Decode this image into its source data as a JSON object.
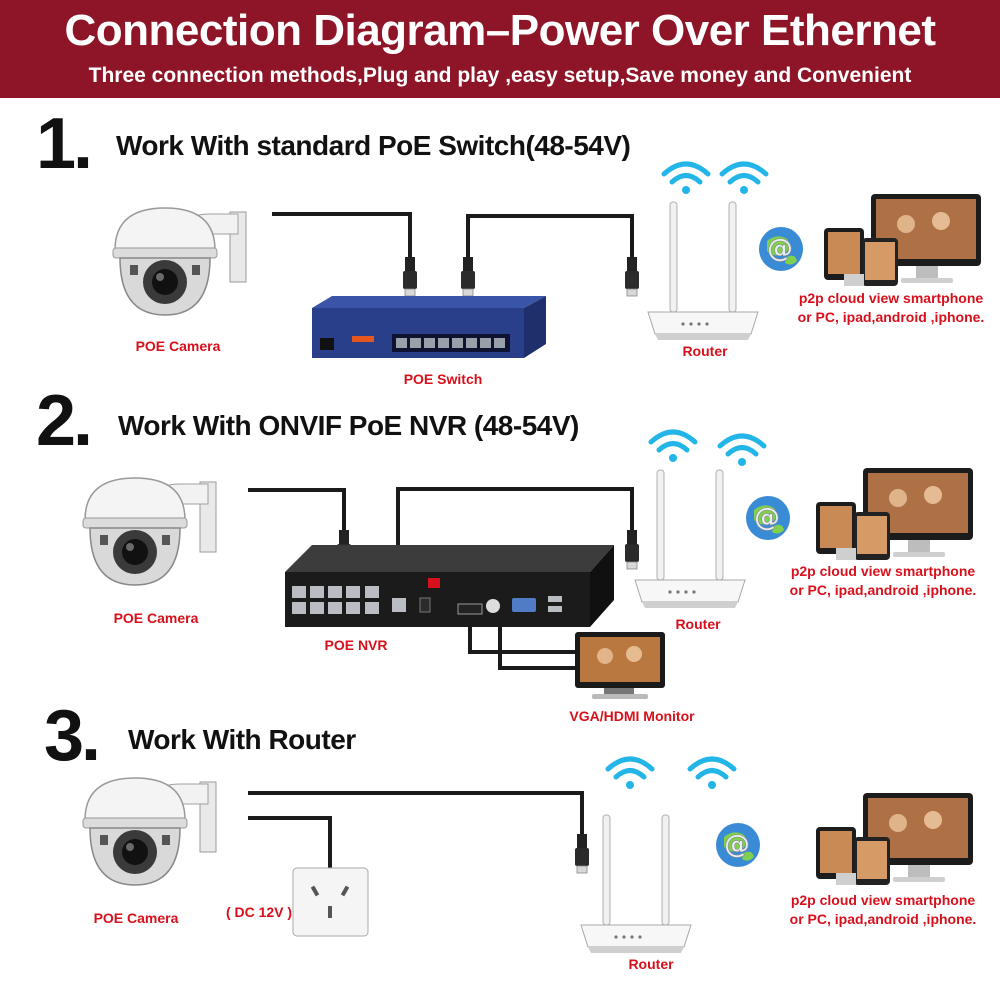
{
  "banner": {
    "title": "Connection Diagram–Power Over Ethernet",
    "subtitle": "Three connection methods,Plug and play ,easy setup,Save money and Convenient"
  },
  "sections": [
    {
      "number": "1.",
      "heading": "Work With standard PoE Switch(48-54V)",
      "camera_label": "POE Camera",
      "hub_label": "POE Switch",
      "router_label": "Router",
      "devices_line1": "p2p cloud view smartphone",
      "devices_line2": "or PC, ipad,android ,iphone."
    },
    {
      "number": "2.",
      "heading": "Work With ONVIF PoE NVR (48-54V)",
      "camera_label": "POE Camera",
      "hub_label": "POE NVR",
      "monitor_label": "VGA/HDMI Monitor",
      "router_label": "Router",
      "devices_line1": "p2p cloud view smartphone",
      "devices_line2": "or PC, ipad,android ,iphone."
    },
    {
      "number": "3.",
      "heading": "Work With Router",
      "camera_label": "POE Camera",
      "power_label": "( DC 12V )",
      "router_label": "Router",
      "devices_line1": "p2p cloud view smartphone",
      "devices_line2": "or PC, ipad,android ,iphone."
    }
  ],
  "colors": {
    "banner": "#8e1527",
    "label": "#d8101c",
    "switch": "#2a3f8a",
    "nvr": "#1b1b1b",
    "cable": "#1a1a1a"
  }
}
